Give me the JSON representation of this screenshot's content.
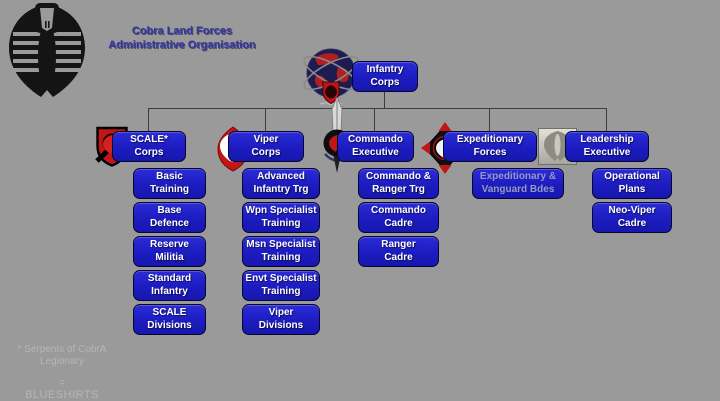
{
  "slide": {
    "title_line1": "Cobra Land Forces",
    "title_line2": "Administrative Organisation",
    "background_color": "#9a9a9a",
    "accent_blue": "#1f1fc8",
    "title_color": "#3636a6",
    "connector_color": "#3c3c3c",
    "cobra_red": "#c11616",
    "logo_icon": "cobra-emblem-icon"
  },
  "org": {
    "root": {
      "label": "Infantry\nCorps",
      "icon": "globe-cobra-icon"
    },
    "branches": [
      {
        "label": "SCALE*\nCorps",
        "icon": "shield-cobra-icon",
        "children": [
          "Basic\nTraining",
          "Base\nDefence",
          "Reserve\nMilitia",
          "Standard\nInfantry",
          "SCALE\nDivisions"
        ]
      },
      {
        "label": "Viper\nCorps",
        "icon": "viper-oval-cobra-icon",
        "children": [
          "Advanced\nInfantry Trg",
          "Wpn Specialist\nTraining",
          "Msn Specialist\nTraining",
          "Envt Specialist\nTraining",
          "Viper\nDivisions"
        ]
      },
      {
        "label": "Commando\nExecutive",
        "icon": "dagger-cobra-icon",
        "children": [
          "Commando &\nRanger Trg",
          "Commando\nCadre",
          "Ranger\nCadre"
        ]
      },
      {
        "label": "Expeditionary\nForces",
        "icon": "compass-diamond-cobra-icon",
        "children": [
          "Expeditionary &\nVanguard Bdes"
        ]
      },
      {
        "label": "Leadership\nExecutive",
        "icon": "plaque-cobra-icon",
        "children": [
          "Operational\nPlans",
          "Neo-Viper\nCadre"
        ]
      }
    ]
  },
  "footnote": {
    "line1": "* Serpents of CobrA",
    "line2": "Legionary",
    "line3": "=",
    "line4": "BLUESHIRTS"
  }
}
